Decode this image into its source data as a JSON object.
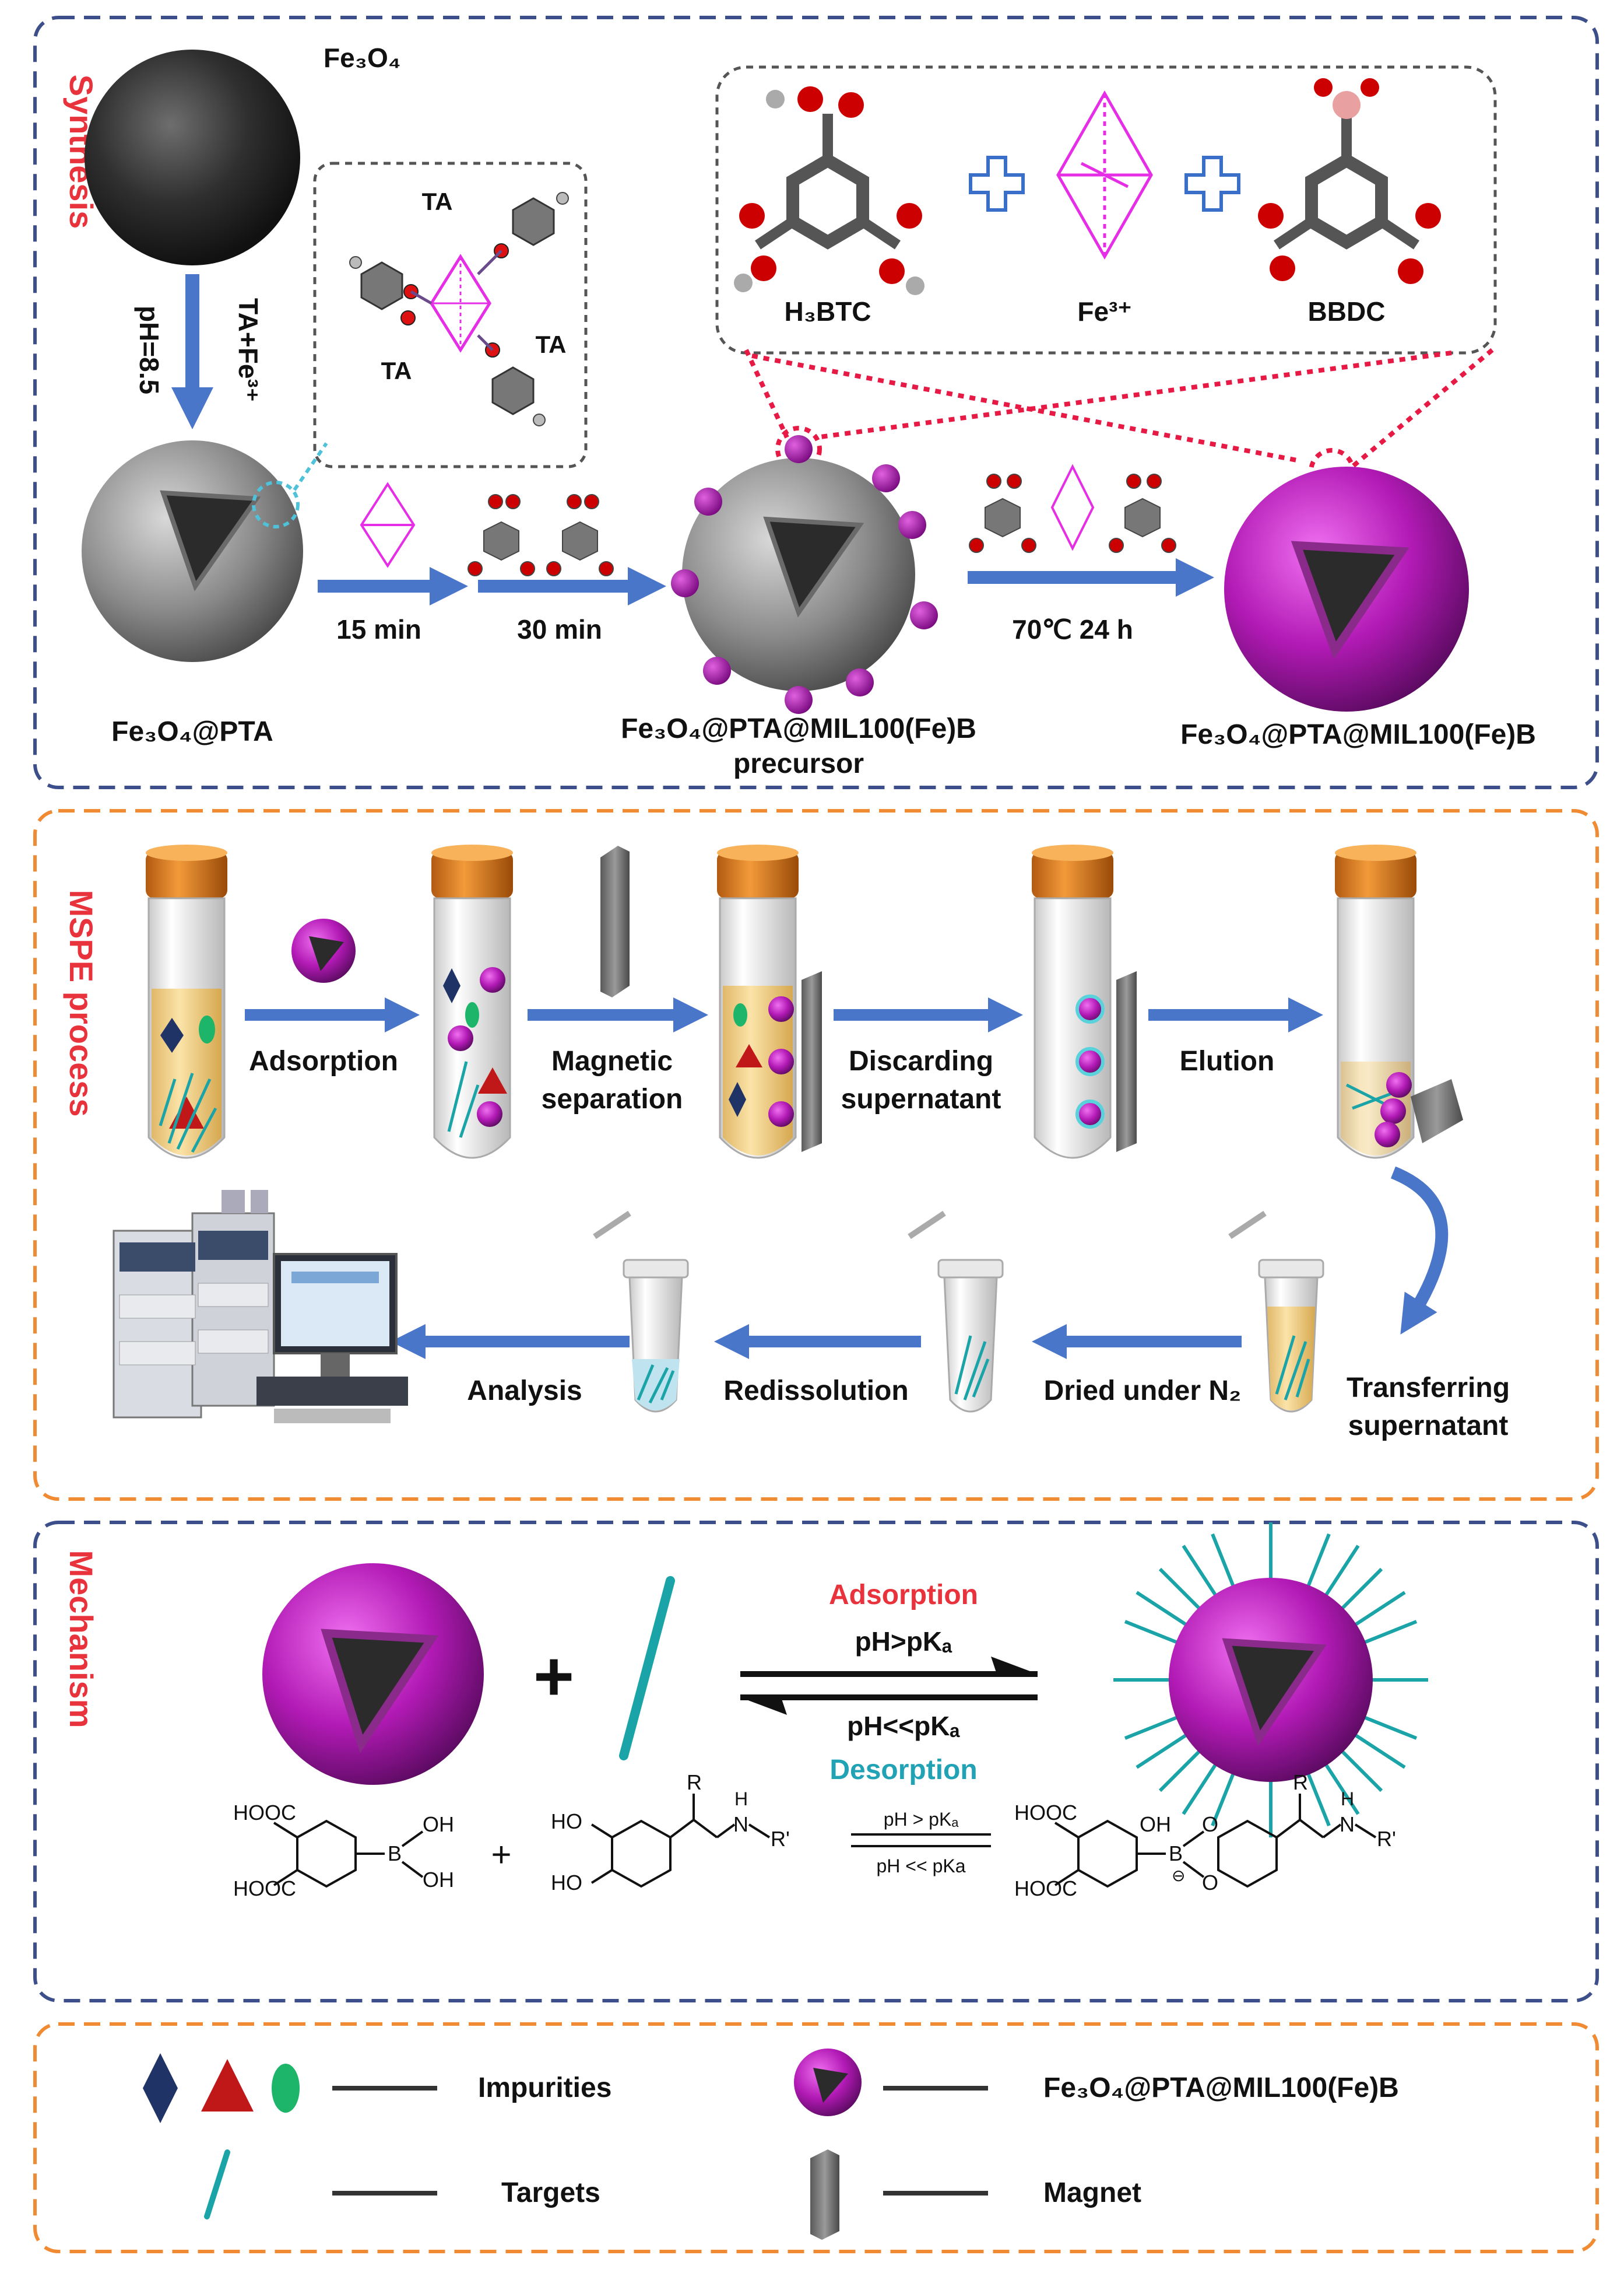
{
  "colors": {
    "dash_blue": "#3d4f8a",
    "dash_orange": "#f08a33",
    "red_label": "#e8333d",
    "arrow_blue": "#4a76c9",
    "magenta": "#b21ab5",
    "teal": "#1aa4a8",
    "impurity_blue": "#1f3366",
    "impurity_red": "#c01818",
    "impurity_green": "#1db56a",
    "desorption_teal": "#21a3b5"
  },
  "synthesis": {
    "section_label": "Synthesis",
    "fe3o4": "Fe₃O₄",
    "ph": "pH=8.5",
    "ta_fe": "TA+Fe³⁺",
    "ta_1": "TA",
    "ta_2": "TA",
    "ta_3": "TA",
    "h3btc": "H₃BTC",
    "fe3": "Fe³⁺",
    "bbdc": "BBDC",
    "step_15": "15 min",
    "step_30": "30 min",
    "step_70": "70℃ 24 h",
    "fe3o4_pta": "Fe₃O₄@PTA",
    "precursor_1": "Fe₃O₄@PTA@MIL100(Fe)B",
    "precursor_2": "precursor",
    "product": "Fe₃O₄@PTA@MIL100(Fe)B"
  },
  "mspe": {
    "section_label": "MSPE process",
    "adsorption": "Adsorption",
    "magnetic_1": "Magnetic",
    "magnetic_2": "separation",
    "discarding_1": "Discarding",
    "discarding_2": "supernatant",
    "elution": "Elution",
    "transferring_1": "Transferring",
    "transferring_2": "supernatant",
    "dried": "Dried under N₂",
    "redissolution": "Redissolution",
    "analysis": "Analysis"
  },
  "mechanism": {
    "section_label": "Mechanism",
    "plus": "+",
    "adsorption": "Adsorption",
    "ph_gt": "pH>pKₐ",
    "ph_ll": "pH<<pKₐ",
    "desorption": "Desorption",
    "chem_hooc_1": "HOOC",
    "chem_hooc_2": "HOOC",
    "chem_oh_1": "OH",
    "chem_oh_2": "OH",
    "chem_b": "B",
    "chem_plus": "+",
    "chem_ho_1": "HO",
    "chem_ho_2": "HO",
    "chem_r_1": "R",
    "chem_h_1": "H",
    "chem_n_1": "N",
    "chem_rp_1": "R'",
    "chem_ph_gt": "pH > pKₐ",
    "chem_ph_ll": "pH << pKa",
    "chem_hooc_3": "HOOC",
    "chem_hooc_4": "HOOC",
    "chem_oh_3": "OH",
    "chem_b_2": "B",
    "chem_minus": "⊖",
    "chem_o_1": "O",
    "chem_o_2": "O",
    "chem_r_2": "R",
    "chem_h_2": "H",
    "chem_n_2": "N",
    "chem_rp_2": "R'"
  },
  "legend": {
    "impurities": "Impurities",
    "product": "Fe₃O₄@PTA@MIL100(Fe)B",
    "targets": "Targets",
    "magnet": "Magnet"
  }
}
